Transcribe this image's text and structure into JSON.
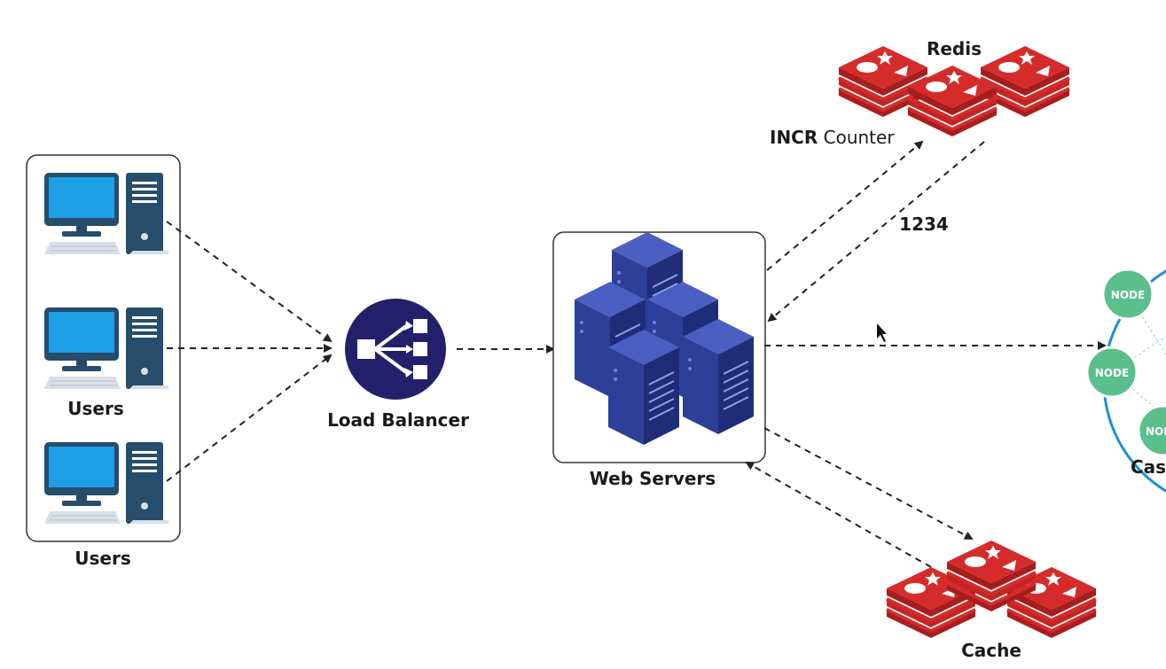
{
  "labels": {
    "users_inner": "Users",
    "users_outer": "Users",
    "load_balancer": "Load Balancer",
    "web_servers": "Web Servers",
    "redis": "Redis",
    "incr_bold": "INCR",
    "incr_rest": " Counter",
    "counter_value": "1234",
    "cache": "Cache",
    "cassandra_partial": "Cas",
    "node": "NODE"
  },
  "colors": {
    "monitor_screen": "#1ea0e6",
    "computer_dark": "#264d6b",
    "load_balancer_bg": "#23206b",
    "server_blue": "#2e3f99",
    "redis_red": "#d52b2b",
    "node_green": "#5bbf8c",
    "cluster_ring": "#1b8fd8"
  },
  "icons": {
    "computer": "desktop-computer-icon",
    "load_balancer": "load-balancer-icon",
    "servers": "server-rack-icon",
    "redis": "redis-logo-icon",
    "cluster": "cassandra-ring-icon"
  }
}
